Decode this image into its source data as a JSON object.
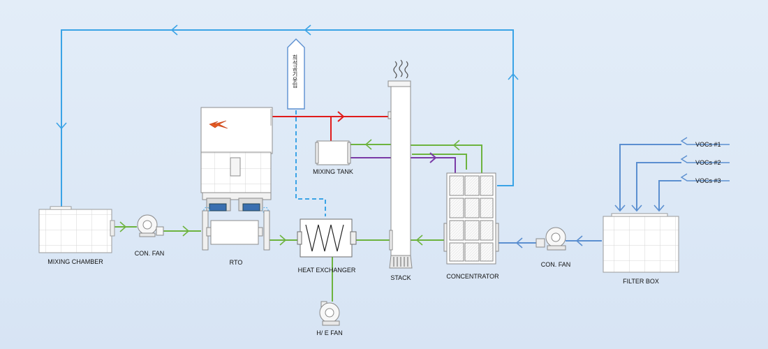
{
  "labels": {
    "mixing_chamber": "MIXING CHAMBER",
    "con_fan_left": "CON. FAN",
    "rto": "RTO",
    "heat_exchanger": "HEAT EXCHANGER",
    "he_fan": "H/ E FAN",
    "mixing_tank": "MIXING TANK",
    "stack": "STACK",
    "concentrator": "CONCENTRATOR",
    "con_fan_right": "CON. FAN",
    "filter_box": "FILTER BOX",
    "voc1": "VOCs #1",
    "voc2": "VOCs #2",
    "voc3": "VOCs #3",
    "vertical_unit": "희석공기유입"
  },
  "colors": {
    "blue_line": "#3aa3e6",
    "steel_line": "#5b8fd0",
    "green_line": "#6db33f",
    "red_line": "#e01b1b",
    "purple_line": "#7a3aa6",
    "equipment_fill": "#ffffff",
    "equipment_stroke": "#9a9a9a"
  }
}
